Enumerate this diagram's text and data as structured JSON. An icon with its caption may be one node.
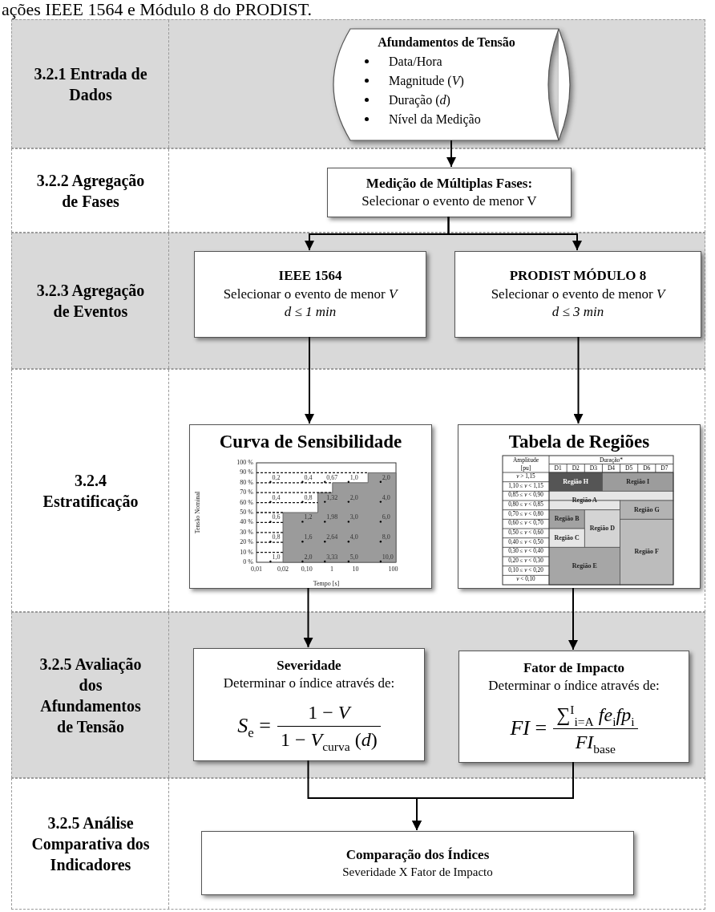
{
  "diagram": {
    "nodes": [
      {
        "text": [
          "3.2.1 Entrada de Dados"
        ]
      },
      {
        "text": [
          "Afundamentos de Tensão",
          "Data/Hora",
          "Magnitude (*V*)",
          "Duração (*d*)",
          "Nível da Medição"
        ],
        "in": 0
      },
      {
        "text": [
          "3.2.2 Agregação de Fases"
        ]
      },
      {
        "text": [
          "Medição de Múltiplas Fases:",
          "Selecionar o evento de menor V"
        ],
        "in": 2
      },
      {
        "text": [
          "3.2.3 Agregação de Eventos"
        ]
      },
      {
        "text": [
          "IEEE 1564",
          "Selecionar o evento de menor *V*",
          "d ≤ 1 min"
        ],
        "in": 4
      },
      {
        "text": [
          "PRODIST MÓDULO 8",
          "Selecionar o evento de menor *V*",
          "d ≤ 3 min"
        ],
        "in": 4
      },
      {
        "text": [
          "3.2.4 Estratificação"
        ]
      },
      {
        "text": [
          "Curva de Sensibilidade"
        ],
        "in": 7
      },
      {
        "text": [
          "Tabela de Regiões"
        ],
        "in": 7
      },
      {
        "text": [
          "3.2.5 Avaliação dos Afundamentos de Tensão"
        ]
      },
      {
        "text": [
          "Severidade",
          "Determinar o índice através de:",
          "*S*$_{e}$ =",
          "1 − *V*",
          "1 − *V*$_{curva}$ (*d*)"
        ],
        "in": 10
      },
      {
        "text": [
          "Fator de Impacto",
          "Determinar o índice através de:",
          "*FI* =",
          "∑$^{I}$$_{i=A}$ *fe*$_{i}$*fp*$_{i}$",
          "*FI*$_{base}$"
        ],
        "in": 10
      },
      {
        "text": [
          "3.2.5 Análise Comparativa dos Indicadores"
        ]
      },
      {
        "text": [
          "Comparação dos Índices",
          "Severidade X Fator de Impacto"
        ],
        "in": 13
      }
    ],
    "edges": [
      {
        "from": 1,
        "to": 3,
        "arrow": "to"
      },
      {
        "from": 3,
        "to": 5,
        "arrow": "to"
      },
      {
        "from": 3,
        "to": 6,
        "arrow": "to"
      },
      {
        "from": 5,
        "to": 8,
        "arrow": "to"
      },
      {
        "from": 6,
        "to": 9,
        "arrow": "to"
      },
      {
        "from": 8,
        "to": 11,
        "arrow": "to"
      },
      {
        "from": 9,
        "to": 12,
        "arrow": "to"
      },
      {
        "from": 11,
        "to": 14,
        "arrow": "to"
      },
      {
        "from": 12,
        "to": 14,
        "arrow": "to"
      }
    ],
    "labels": [
      "ações IEEE 1564 e Módulo 8 do PRODIST.",
      "100 %",
      "90 %",
      "80 %",
      "70 %",
      "60 %",
      "50 %",
      "40 %",
      "30 %",
      "20 %",
      "10 %",
      "0 %",
      "0,2",
      "0,4",
      "0,67",
      "1,0",
      "2,0",
      "0,4",
      "0,8",
      "1,32",
      "2,0",
      "4,0",
      "0,6",
      "1,2",
      "1,98",
      "3,0",
      "6,0",
      "0,8",
      "1,6",
      "2,64",
      "4,0",
      "8,0",
      "1,0",
      "2,0",
      "3,33",
      "5,0",
      "10,0",
      "0,01",
      "0,02",
      "0,10",
      "1",
      "10",
      "100",
      "Tempo [s]",
      "Tensão Nominal",
      "Amplitude [pu]",
      "Duração*",
      "D1",
      "D2",
      "D3",
      "D4",
      "D5",
      "D6",
      "D7",
      "*v* > 1,15",
      "Região H",
      "Região I",
      "1,10 ≤ *v* < 1,15",
      "0,85 ≤ *v* < 0,90",
      "Região A",
      "0,80 ≤ *v* < 0,85",
      "Região G",
      "0,70 ≤ *v* < 0,80",
      "Região B",
      "0,60 ≤ *v* < 0,70",
      "Região D",
      "0,50 ≤ *v* < 0,60",
      "Região C",
      "0,40 ≤ *v* < 0,50",
      "0,30 ≤ *v* < 0,40",
      "Região F",
      "0,20 ≤ *v* < 0,30",
      "Região E",
      "0,10 ≤ *v* < 0,20",
      "*v* < 0,10"
    ]
  }
}
